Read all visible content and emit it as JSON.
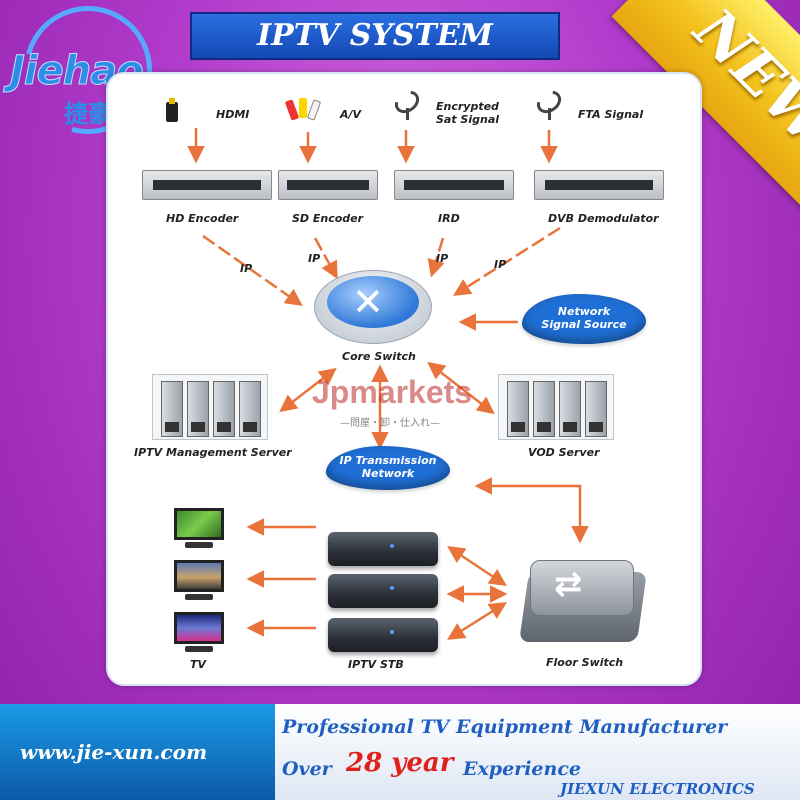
{
  "brand": {
    "logo_text": "Jiehao",
    "logo_cn": "捷豪",
    "registered": "®"
  },
  "header": {
    "title": "IPTV SYSTEM",
    "badge": "NEW"
  },
  "sources": {
    "hdmi": "HDMI",
    "av": "A/V",
    "encrypted_line1": "Encrypted",
    "encrypted_line2": "Sat Signal",
    "fta": "FTA Signal"
  },
  "devices": {
    "hd_encoder": "HD Encoder",
    "sd_encoder": "SD Encoder",
    "ird": "IRD",
    "dvb_demodulator": "DVB Demodulator",
    "core_switch": "Core Switch",
    "iptv_management_server": "IPTV Management Server",
    "vod_server": "VOD Server",
    "iptv_stb": "IPTV STB",
    "tv": "TV",
    "floor_switch": "Floor Switch"
  },
  "links": {
    "ip": "IP"
  },
  "clouds": {
    "network_line1": "Network",
    "network_line2": "Signal Source",
    "transmission_line1": "IP Transmission",
    "transmission_line2": "Network"
  },
  "watermark": {
    "main": "Jpmarkets",
    "sub": "—問屋・卸・仕入れ—"
  },
  "footer": {
    "website": "www.jie-xun.com",
    "tagline": "Professional TV Equipment Manufacturer",
    "over": "Over",
    "years": "28 year",
    "experience": "Experience",
    "company": "JIEXUN ELECTRONICS"
  },
  "colors": {
    "background": "#b23ccb",
    "arrow": "#e8743b",
    "title_bar": "#1f5cc9",
    "accent_red": "#e0201b",
    "cloud": "#1f6fd6"
  }
}
